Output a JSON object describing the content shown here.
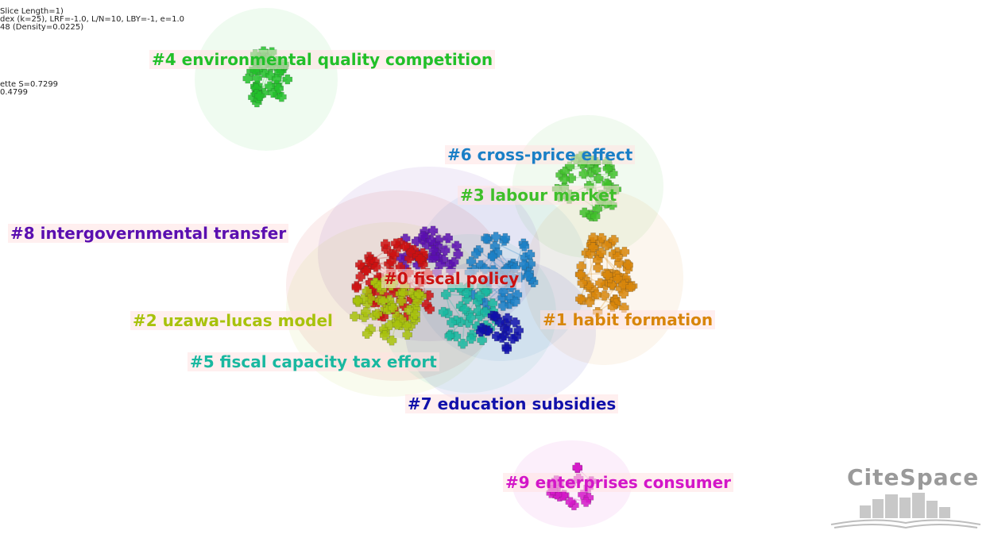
{
  "info_lines": [
    "Slice Length=1)",
    "dex (k=25), LRF=-1.0, L/N=10, LBY=-1, e=1.0",
    "48 (Density=0.0225)",
    "",
    "",
    "",
    "ette S=0.7299",
    "0.4799"
  ],
  "clusters": [
    {
      "label": "#4 environmental quality competition",
      "color": "#22c02a"
    },
    {
      "label": "#6 cross-price effect",
      "color": "#1a7fc6"
    },
    {
      "label": "#3 labour market",
      "color": "#3fbf2a"
    },
    {
      "label": "#8 intergovernmental transfer",
      "color": "#5a0fb0"
    },
    {
      "label": "#0 fiscal policy",
      "color": "#cc1111"
    },
    {
      "label": "#2 uzawa-lucas model",
      "color": "#a8c20c"
    },
    {
      "label": "#1 habit formation",
      "color": "#d8860a"
    },
    {
      "label": "#5 fiscal capacity tax effort",
      "color": "#19b8a0"
    },
    {
      "label": "#7 education subsidies",
      "color": "#1111aa"
    },
    {
      "label": "#9 enterprises consumer",
      "color": "#d316c8"
    }
  ],
  "logo": {
    "text": "CiteSpace",
    "color": "#9a9a9a"
  }
}
